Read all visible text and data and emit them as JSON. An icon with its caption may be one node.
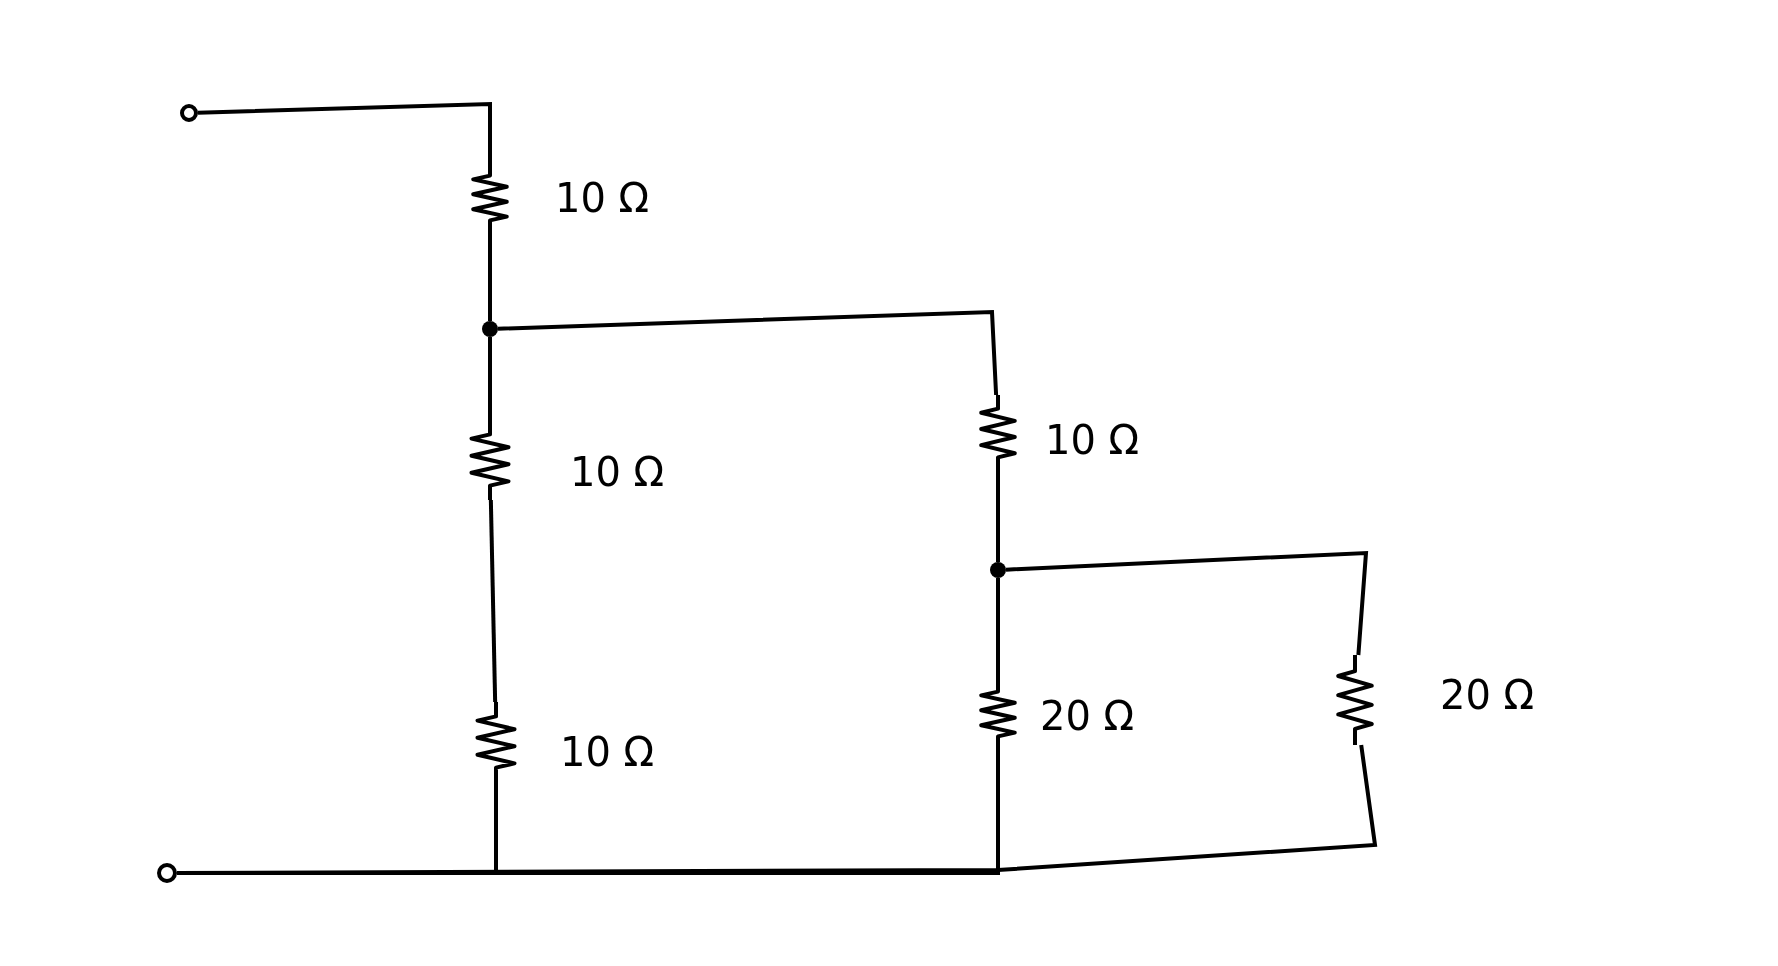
{
  "diagram": {
    "nodes": [
      {
        "text": [],
        "shape": "circle"
      },
      {
        "text": [],
        "shape": "resistor",
        "beside": [
          "10 Ω"
        ]
      },
      {
        "text": [],
        "shape": "dot"
      },
      {
        "text": [],
        "shape": "resistor",
        "beside": [
          "10 Ω"
        ]
      },
      {
        "text": [],
        "shape": "resistor",
        "beside": [
          "10 Ω"
        ]
      },
      {
        "text": [],
        "shape": "resistor",
        "beside": [
          "10 Ω"
        ]
      },
      {
        "text": [],
        "shape": "dot"
      },
      {
        "text": [],
        "shape": "resistor",
        "beside": [
          "20 Ω"
        ]
      },
      {
        "text": [],
        "shape": "resistor",
        "beside": [
          "20 Ω"
        ]
      },
      {
        "text": [],
        "shape": "circle"
      }
    ],
    "edges": [
      {
        "from": 0,
        "to": 1,
        "arrow": "none"
      },
      {
        "from": 1,
        "to": 2,
        "arrow": "none"
      },
      {
        "from": 2,
        "to": 3,
        "arrow": "none"
      },
      {
        "from": 3,
        "to": 4,
        "arrow": "none"
      },
      {
        "from": 4,
        "to": 9,
        "arrow": "none"
      },
      {
        "from": 2,
        "to": 5,
        "arrow": "none"
      },
      {
        "from": 5,
        "to": 6,
        "arrow": "none"
      },
      {
        "from": 6,
        "to": 7,
        "arrow": "none"
      },
      {
        "from": 6,
        "to": 8,
        "arrow": "none"
      },
      {
        "from": 7,
        "to": 9,
        "arrow": "none"
      },
      {
        "from": 8,
        "to": 9,
        "arrow": "none"
      }
    ]
  }
}
